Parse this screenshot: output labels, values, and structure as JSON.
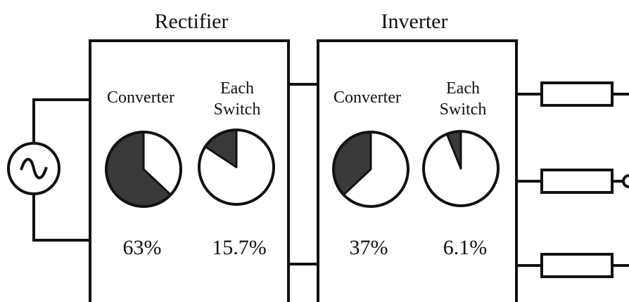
{
  "stages": [
    {
      "title": "Rectifier",
      "converter_label": "Converter",
      "switch_label_line1": "Each",
      "switch_label_line2": "Switch",
      "converter_value": "63%",
      "converter_fraction": 0.63,
      "switch_value": "15.7%",
      "switch_fraction": 0.157
    },
    {
      "title": "Inverter",
      "converter_label": "Converter",
      "switch_label_line1": "Each",
      "switch_label_line2": "Switch",
      "converter_value": "37%",
      "converter_fraction": 0.37,
      "switch_value": "6.1%",
      "switch_fraction": 0.061
    }
  ],
  "colors": {
    "slice_fill": "#3a3a3a",
    "pie_background": "#ffffff",
    "line": "#111111"
  },
  "icons": {
    "source": "ac-source-icon",
    "load": "resistor-icon"
  }
}
